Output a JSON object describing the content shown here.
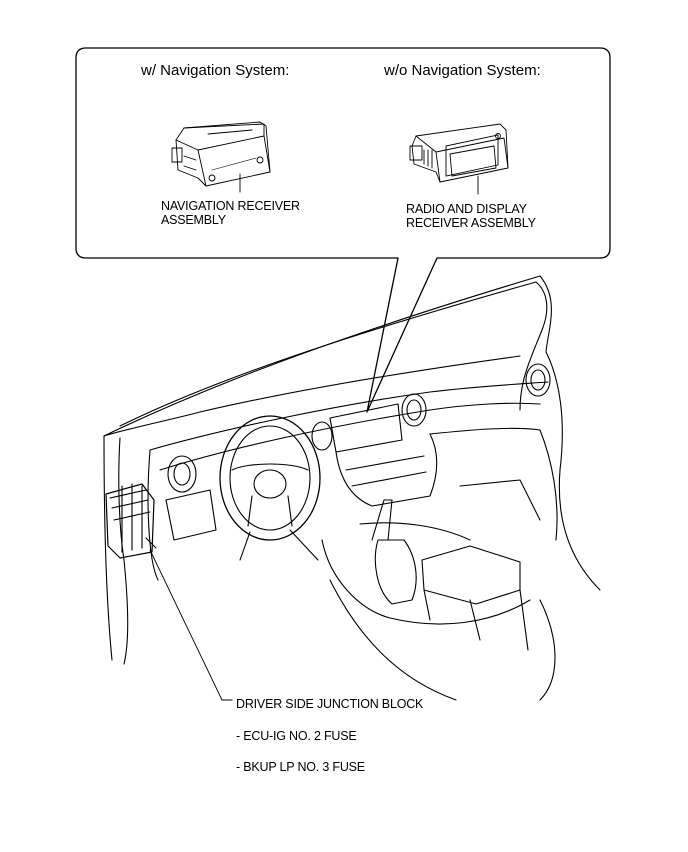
{
  "callout": {
    "with_nav_heading": "w/ Navigation System:",
    "without_nav_heading": "w/o Navigation System:",
    "nav_receiver_line1": "NAVIGATION RECEIVER",
    "nav_receiver_line2": "ASSEMBLY",
    "radio_display_line1": "RADIO AND DISPLAY",
    "radio_display_line2": "RECEIVER ASSEMBLY"
  },
  "junction_block": {
    "title": "DRIVER SIDE JUNCTION BLOCK",
    "fuses": [
      "- ECU-IG NO. 2 FUSE",
      "- BKUP LP NO. 3 FUSE"
    ]
  },
  "colors": {
    "line": "#000000",
    "background": "#ffffff"
  }
}
